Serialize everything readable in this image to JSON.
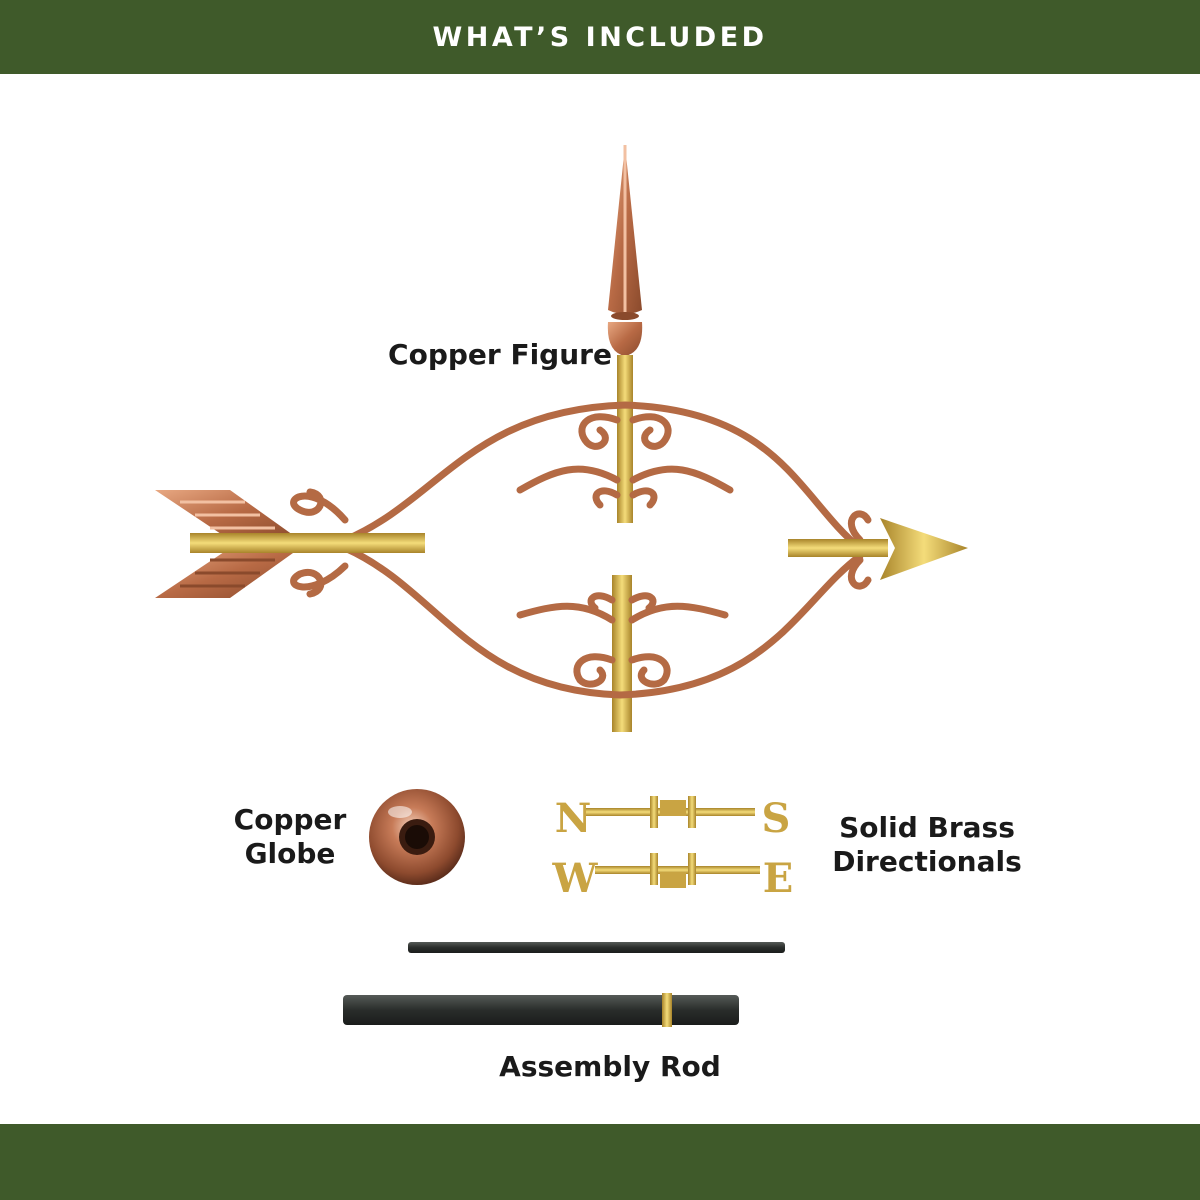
{
  "header": {
    "title": "WHAT’S INCLUDED"
  },
  "labels": {
    "copper_figure": "Copper Figure",
    "copper_globe_line1": "Copper",
    "copper_globe_line2": "Globe",
    "brass_line1": "Solid Brass",
    "brass_line2": "Directionals",
    "assembly_rod": "Assembly Rod"
  },
  "directionals": {
    "n": "N",
    "s": "S",
    "w": "W",
    "e": "E"
  },
  "colors": {
    "band": "#3f5a2a",
    "copper": "#c07a55",
    "brass": "#d4b24a",
    "rod": "#2f3230"
  }
}
